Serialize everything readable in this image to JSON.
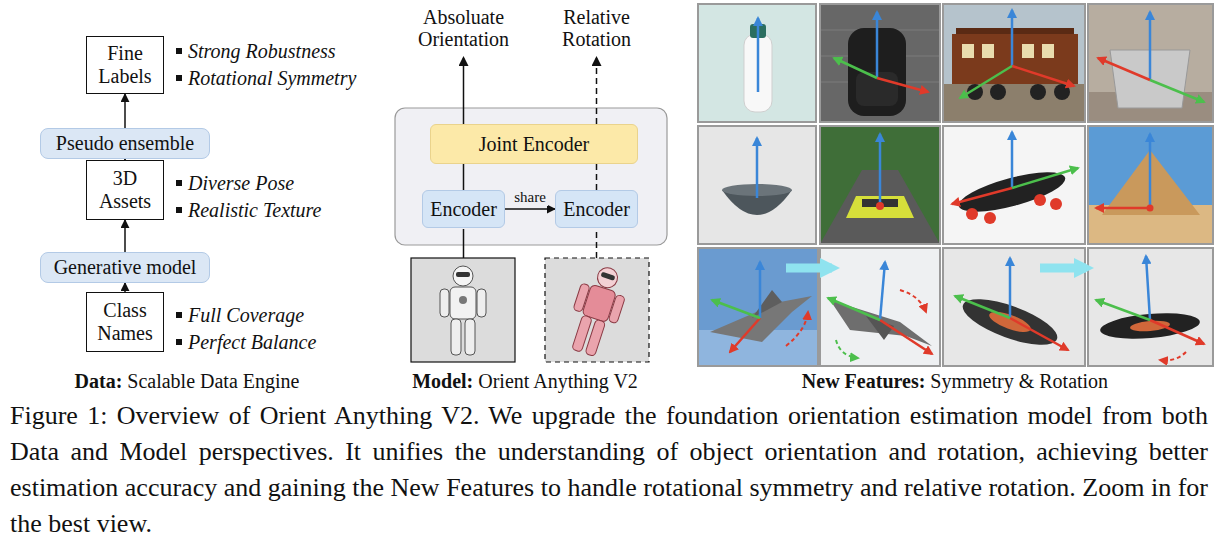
{
  "diagram": {
    "caption": "Figure 1: Overview of Orient Anything V2. We upgrade the foundation orientation estimation model from both Data and Model perspectives. It unifies the understanding of object orientation and rotation, achieving better estimation accuracy and gaining the New Features to handle rotational symmetry and relative rotation. Zoom in for the best view.",
    "nodes": [
      {
        "text": [
          "Fine Labels"
        ]
      },
      {
        "text": [
          "Pseudo ensemble"
        ]
      },
      {
        "text": [
          "3D Assets"
        ]
      },
      {
        "text": [
          "Generative model"
        ]
      },
      {
        "text": [
          "Class Names"
        ]
      },
      {
        "text": [
          "Joint Encoder"
        ]
      },
      {
        "text": [
          "Encoder"
        ]
      },
      {
        "text": [
          "Encoder"
        ]
      }
    ],
    "edges": [
      {
        "from": 4,
        "to": 3,
        "arrow": "to"
      },
      {
        "from": 3,
        "to": 2,
        "arrow": "to"
      },
      {
        "from": 2,
        "to": 1,
        "arrow": "to"
      },
      {
        "from": 1,
        "to": 0,
        "arrow": "to"
      },
      {
        "from": 6,
        "to": 7,
        "label": "share",
        "arrow": "to"
      },
      {
        "from": 6,
        "to": 5,
        "arrow": "none"
      },
      {
        "from": 7,
        "to": 5,
        "arrow": "none"
      }
    ],
    "labels": [
      "Strong Robustness",
      "Rotational Symmetry",
      "Diverse Pose",
      "Realistic Texture",
      "Full Coverage",
      "Perfect Balance",
      "Data:",
      "Scalable Data Engine",
      "Absoluate Orientation",
      "Relative Rotation",
      "Model:",
      "Orient Anything V2",
      "New Features:",
      "Symmetry & Rotation"
    ]
  }
}
